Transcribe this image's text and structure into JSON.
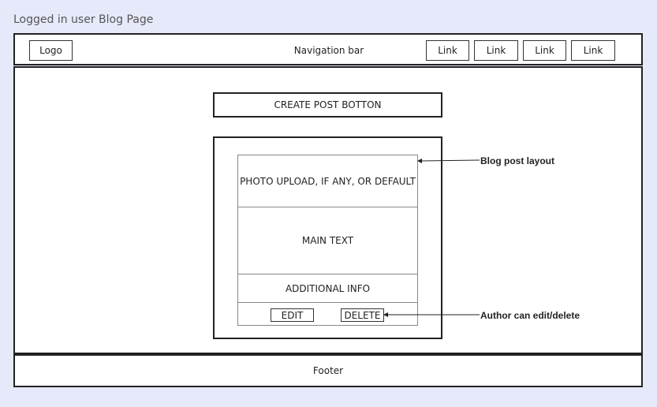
{
  "page": {
    "title": "Logged in user Blog Page"
  },
  "navbar": {
    "logo": "Logo",
    "label": "Navigation bar",
    "links": [
      "Link",
      "Link",
      "Link",
      "Link"
    ]
  },
  "content": {
    "create_post_button": "CREATE POST BOTTON",
    "post": {
      "photo": "PHOTO UPLOAD, IF ANY, OR DEFAULT",
      "main_text": "MAIN TEXT",
      "additional_info": "ADDITIONAL INFO",
      "edit_label": "EDIT",
      "delete_label": "DELETE"
    }
  },
  "annotations": {
    "blog_post_layout": "Blog post layout",
    "author_can_edit": "Author can edit/delete"
  },
  "footer": {
    "label": "Footer"
  }
}
